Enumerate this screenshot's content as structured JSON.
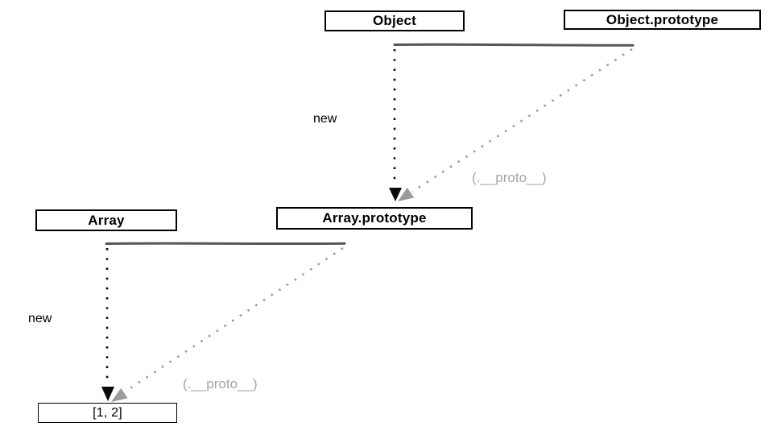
{
  "diagram": {
    "description": "JavaScript prototype chain sketch diagram",
    "colors": {
      "background": "#ffffff",
      "box_border": "#000000",
      "box_text": "#000000",
      "solid_line": "#565656",
      "dotted_new_arrow": "#0a0a0a",
      "dotted_proto_arrow": "#9e9e9e",
      "proto_label_text": "#a4a4a4"
    },
    "boxes": [
      {
        "name": "object",
        "label": "Object"
      },
      {
        "name": "object-prototype",
        "label": "Object.prototype"
      },
      {
        "name": "array",
        "label": "Array"
      },
      {
        "name": "array-prototype",
        "label": "Array.prototype"
      },
      {
        "name": "array-instance",
        "label": "[1, 2]"
      }
    ],
    "edges": {
      "top_new": {
        "label": "new",
        "from": "Object",
        "to": "Array.prototype",
        "style": "black-dotted-arrow"
      },
      "top_proto": {
        "label": "(.__proto__)",
        "from": "Object.prototype",
        "to": "Array.prototype",
        "style": "gray-dotted-arrow"
      },
      "bottom_new": {
        "label": "new",
        "from": "Array",
        "to": "[1, 2]",
        "style": "black-dotted-arrow"
      },
      "bottom_proto": {
        "label": "(.__proto__)",
        "from": "Array.prototype",
        "to": "[1, 2]",
        "style": "gray-dotted-arrow"
      }
    }
  }
}
